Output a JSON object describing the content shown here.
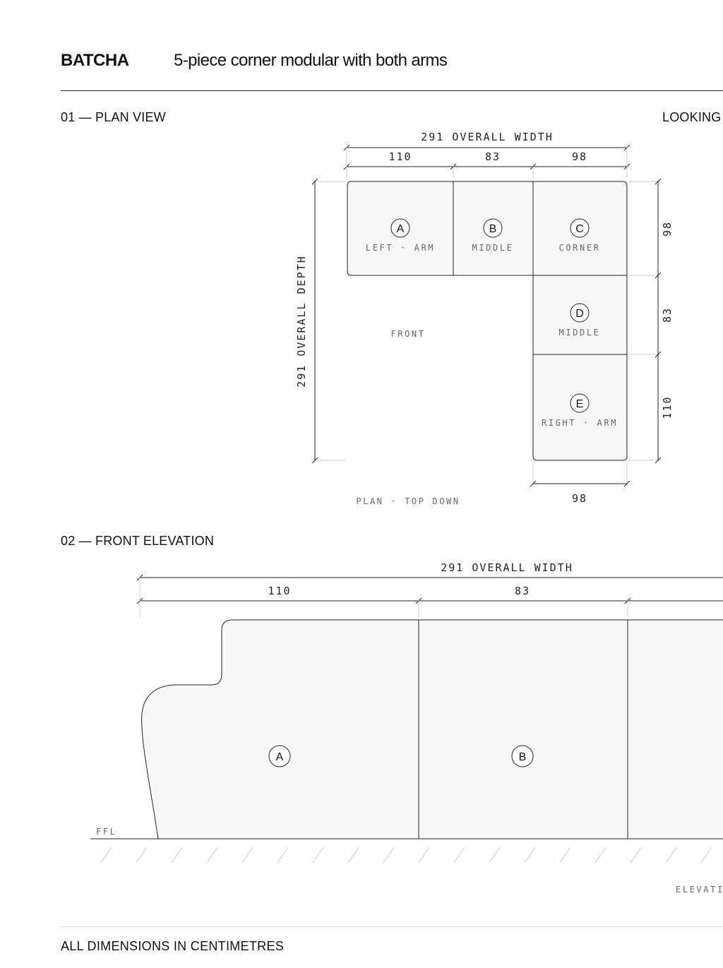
{
  "header": {
    "brand": "BATCHA",
    "subtitle": "5-piece corner modular with both arms"
  },
  "plan": {
    "heading": "01 — PLAN VIEW",
    "heading_right": "LOOKING",
    "overall_width": "291 OVERALL WIDTH",
    "overall_depth": "291 OVERALL DEPTH",
    "top_dims": [
      "110",
      "83",
      "98"
    ],
    "right_dims": [
      "98",
      "83",
      "110"
    ],
    "bottom_dim": "98",
    "modules": [
      {
        "letter": "A",
        "label": "LEFT · ARM"
      },
      {
        "letter": "B",
        "label": "MIDDLE"
      },
      {
        "letter": "C",
        "label": "CORNER"
      },
      {
        "letter": "D",
        "label": "MIDDLE"
      },
      {
        "letter": "E",
        "label": "RIGHT · ARM"
      }
    ],
    "front_label": "FRONT",
    "caption": "PLAN · TOP DOWN"
  },
  "elevation": {
    "heading": "02 — FRONT ELEVATION",
    "overall_width": "291 OVERALL WIDTH",
    "dims": [
      "110",
      "83"
    ],
    "modules": [
      "A",
      "B"
    ],
    "floor_label": "FFL",
    "caption": "ELEVATI"
  },
  "footer": {
    "note": "ALL DIMENSIONS IN CENTIMETRES"
  }
}
